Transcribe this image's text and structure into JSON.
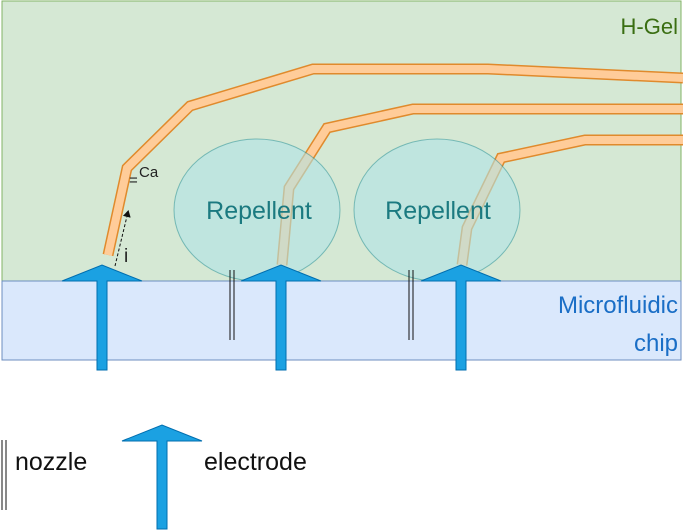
{
  "labels": {
    "gel": "H-Gel",
    "repellent_1": "Repellent",
    "repellent_2": "Repellent",
    "chip_line1": "Microfluidic",
    "chip_line2": "chip",
    "calcium": "Ca",
    "calcium_prefix": "=",
    "current": "i"
  },
  "legend": {
    "nozzle": "nozzle",
    "electrode": "electrode"
  },
  "colors": {
    "gel_fill": "#d5e8d4",
    "gel_border": "#82b366",
    "chip_fill": "#dae8fc",
    "chip_border": "#6c8ebf",
    "electrode": "#1ba1e2",
    "electrode_stroke": "#006eaf",
    "fiber_fill": "#ffcc99",
    "fiber_border": "#e08a2c",
    "repellent_fill": "#b0e3e6",
    "repellent_border": "#0e8088",
    "gel_text": "#3a6e12",
    "chip_text": "#1a6ec6"
  },
  "icons": [
    "nozzle-icon",
    "electrode-arrow-icon",
    "current-direction-arrow-icon"
  ]
}
